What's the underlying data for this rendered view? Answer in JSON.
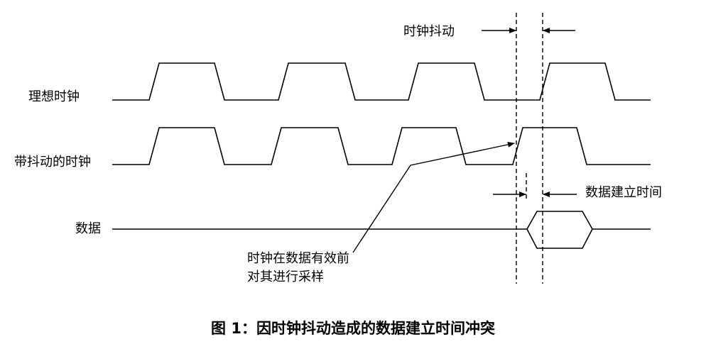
{
  "labels": {
    "ideal_clock": "理想时钟",
    "jittered_clock": "带抖动的时钟",
    "data": "数据",
    "clock_jitter": "时钟抖动",
    "setup_time": "数据建立时间",
    "note_line1": "时钟在数据有效前",
    "note_line2": "对其进行采样"
  },
  "caption": "图 1：因时钟抖动造成的数据建立时间冲突"
}
